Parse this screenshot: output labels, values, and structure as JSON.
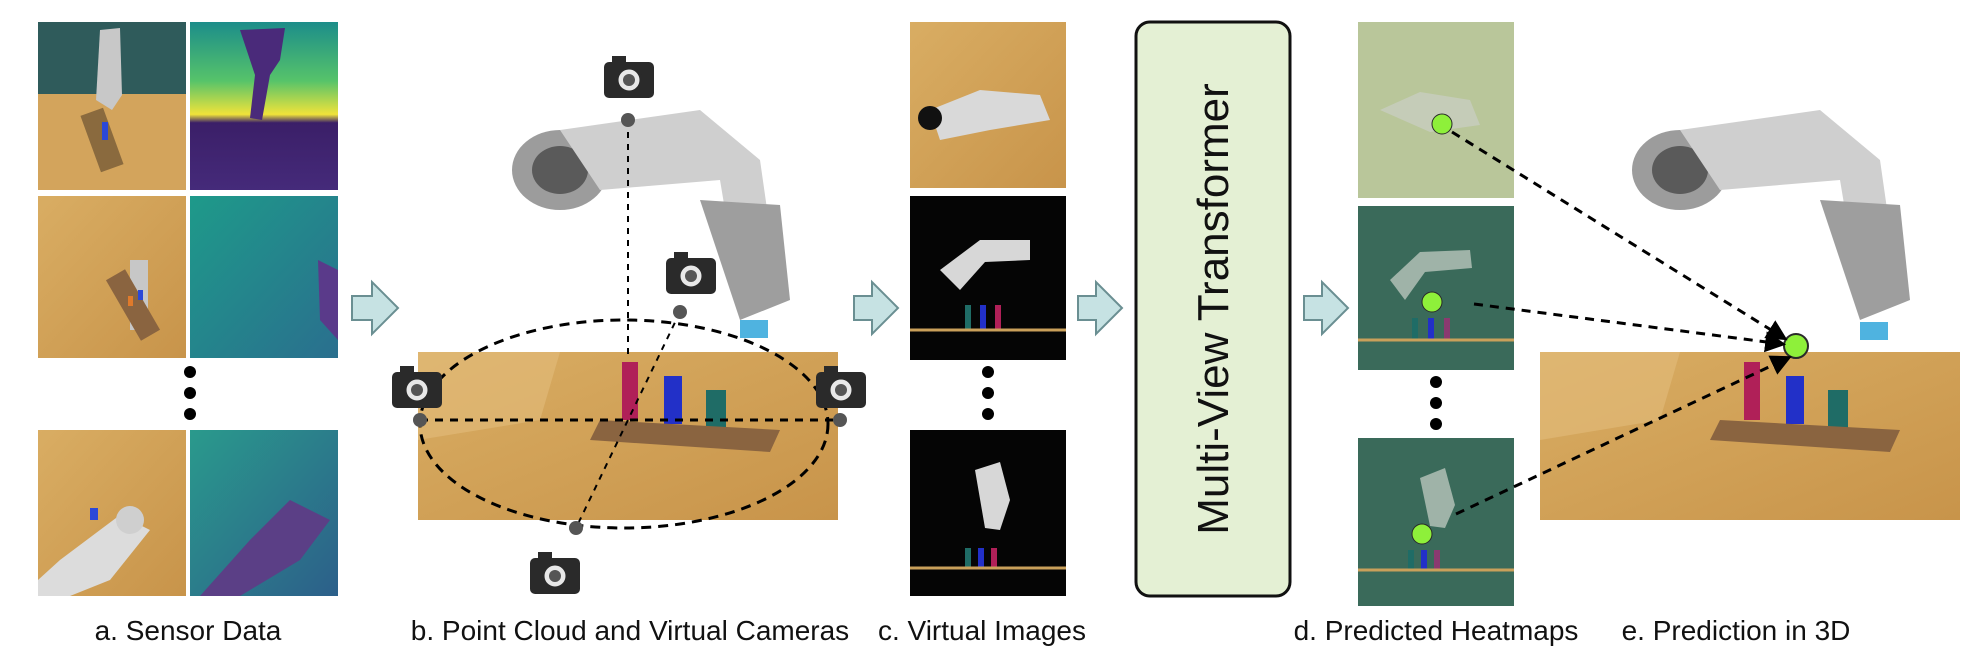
{
  "panels": {
    "a": {
      "caption": "a. Sensor Data"
    },
    "b": {
      "caption": "b. Point Cloud and Virtual Cameras"
    },
    "c": {
      "caption": "c. Virtual Images"
    },
    "d": {
      "caption": "d. Predicted Heatmaps"
    },
    "e": {
      "caption": "e. Prediction in 3D"
    }
  },
  "transformer": {
    "label": "Multi-View Transformer"
  },
  "colors": {
    "table_wood": "#d5a55a",
    "robot_gray": "#b9b9b9",
    "depth_purple": "#3d1f66",
    "depth_teal": "#1f8f8b",
    "depth_yellow": "#f2e43a",
    "heatmap_green": "#3a6a5a",
    "heat_point": "#8ef03a",
    "transformer_fill": "#e4f0d4",
    "arrow_fill": "#bfdfe0"
  }
}
